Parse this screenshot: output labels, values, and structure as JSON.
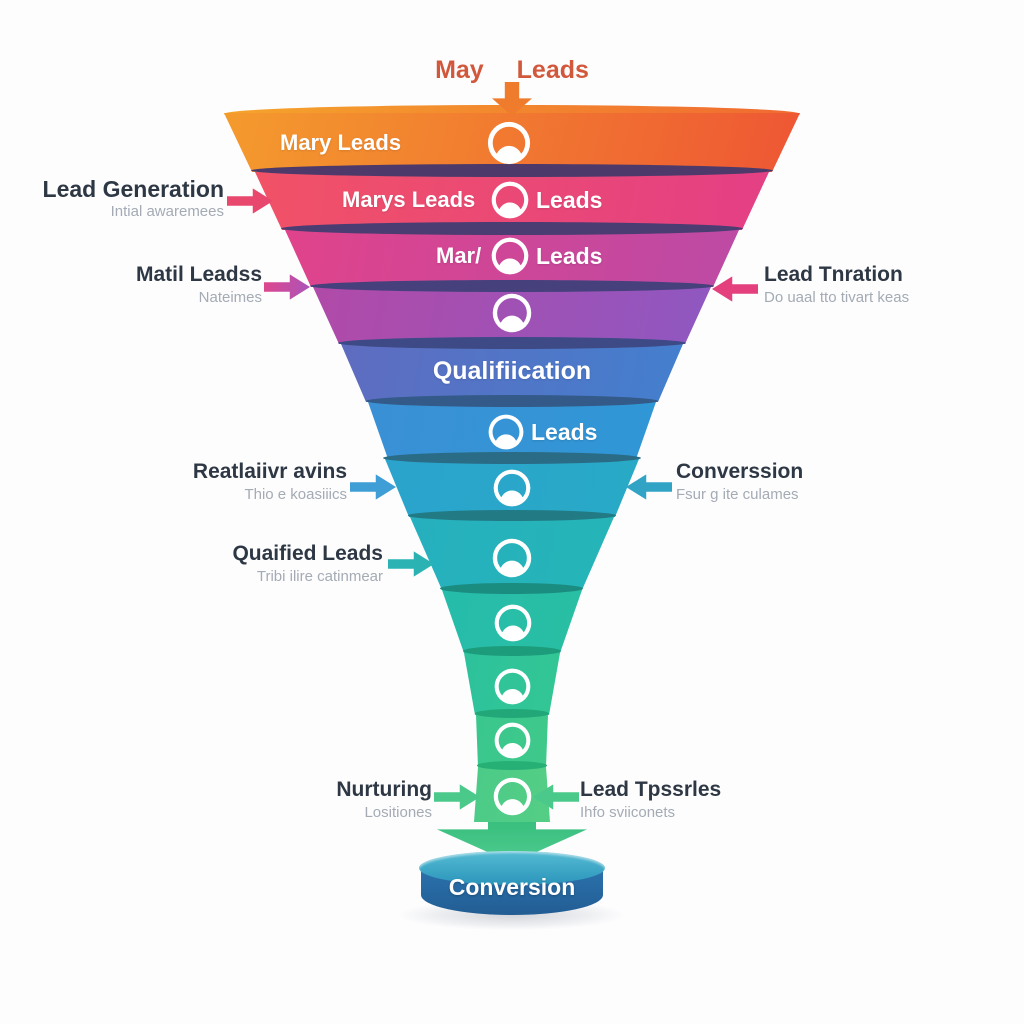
{
  "top_label": {
    "text": "May Leads"
  },
  "funnel": {
    "segments": [
      {
        "stage": 1,
        "label": "Mary Leads",
        "label_right": "",
        "has_icon": true,
        "color": "#f0882e"
      },
      {
        "stage": 2,
        "label": "Marys Leads",
        "label_right": "Leads",
        "has_icon": true,
        "color": "#ee4a6e"
      },
      {
        "stage": 3,
        "label": "Mar/",
        "label_right": "Leads",
        "has_icon": true,
        "color": "#d2458f"
      },
      {
        "stage": 4,
        "label": "",
        "label_right": "",
        "has_icon": true,
        "color": "#9c54b5"
      },
      {
        "stage": 5,
        "label_center": "Qualifiication",
        "has_icon": false,
        "color": "#4b7ac9"
      },
      {
        "stage": 6,
        "label": "",
        "label_right": "Leads",
        "has_icon": true,
        "color": "#3390d6"
      },
      {
        "stage": 7,
        "label": "",
        "label_right": "",
        "has_icon": true,
        "color": "#2aa4cb"
      },
      {
        "stage": 8,
        "label": "",
        "label_right": "",
        "has_icon": true,
        "color": "#27b0bb"
      },
      {
        "stage": 9,
        "label": "",
        "label_right": "",
        "has_icon": true,
        "color": "#27bcaa"
      },
      {
        "stage": 10,
        "label": "",
        "label_right": "",
        "has_icon": true,
        "color": "#2fc49a"
      },
      {
        "stage": 11,
        "label": "",
        "label_right": "",
        "has_icon": true,
        "color": "#3ac88c"
      },
      {
        "stage": 12,
        "label": "",
        "label_right": "",
        "has_icon": true,
        "color": "#4fcc86"
      }
    ]
  },
  "annotations": {
    "left": [
      {
        "title": "Lead Generation",
        "subtitle": "Intial awaremees"
      },
      {
        "title": "Matil Leadss",
        "subtitle": "Nateimes"
      },
      {
        "title": "Reatlaiivr avins",
        "subtitle": "Thio e koasiiics"
      },
      {
        "title": "Quaified Leads",
        "subtitle": "Tribi ilire catinmear"
      },
      {
        "title": "Nurturing",
        "subtitle": "Lositiones"
      }
    ],
    "right": [
      {
        "title": "Lead Tnration",
        "subtitle": "Do uaal tto tivart keas"
      },
      {
        "title": "Converssion",
        "subtitle": "Fsur g ite culames"
      },
      {
        "title": "Lead Tpssrles",
        "subtitle": "Ihfo sviiconets"
      }
    ]
  },
  "cylinder": {
    "label": "Conversion"
  },
  "icons": {
    "stage_icon": "person"
  },
  "colors": {
    "top_label": "#d2583c",
    "top_arrow": "#ef7b2d",
    "green_arrow": "#46c98c",
    "cylinder_body": "#2a6ba6",
    "cylinder_top": "#2e9fc0",
    "annotation_title": "#2e3844",
    "annotation_subtitle": "#a4abb4"
  }
}
